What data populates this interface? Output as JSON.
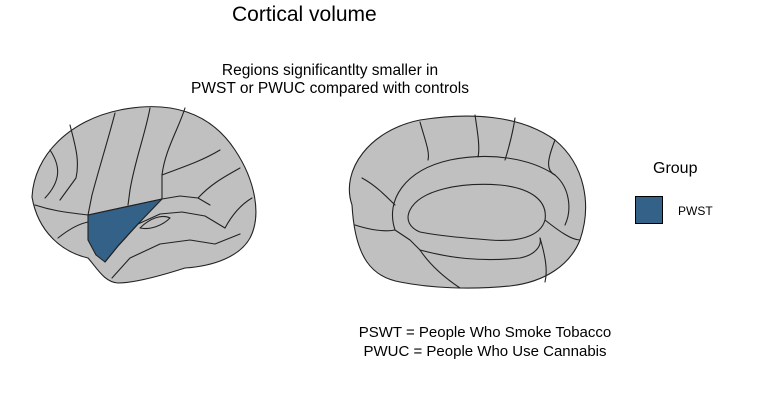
{
  "figure": {
    "title": "Cortical volume",
    "subtitle_lines": [
      "Regions significantlty smaller in",
      "PWST or PWUC compared with controls"
    ],
    "legend": {
      "title": "Group",
      "entries": [
        {
          "label": "PWST",
          "color": "#336187"
        }
      ]
    },
    "footnote_lines": [
      "PSWT = People Who Smoke Tobacco",
      "PWUC = People Who Use Cannabis"
    ]
  },
  "colors": {
    "cortex_fill": "#c0c0c0",
    "outline": "#222222",
    "highlight": "#336187",
    "background": "#ffffff"
  }
}
